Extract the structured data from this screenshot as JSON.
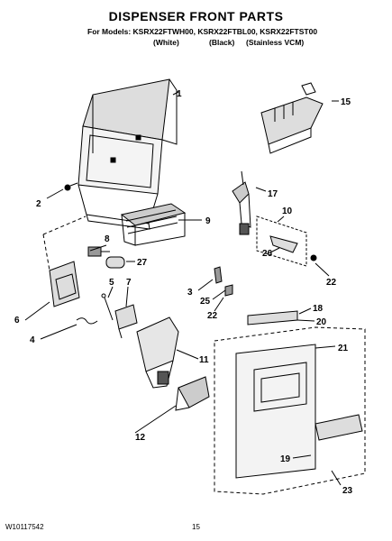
{
  "header": {
    "title": "DISPENSER FRONT PARTS",
    "models": "For Models: KSRX22FTWH00, KSRX22FTBL00, KSRX22FTST00",
    "variant_white": "(White)",
    "variant_black": "(Black)",
    "variant_stainless": "(Stainless VCM)"
  },
  "footer": {
    "doc_number": "W10117542",
    "page_number": "15"
  },
  "part_labels": {
    "p1": "1",
    "p2a": "2",
    "p3": "3",
    "p4": "4",
    "p5": "5",
    "p6": "6",
    "p7": "7",
    "p8": "8",
    "p9": "9",
    "p10": "10",
    "p11": "11",
    "p12": "12",
    "p15": "15",
    "p17": "17",
    "p18": "18",
    "p19": "19",
    "p20": "20",
    "p21": "21",
    "p22a": "22",
    "p22b": "22",
    "p23": "23",
    "p25": "25",
    "p26": "26",
    "p27": "27"
  }
}
